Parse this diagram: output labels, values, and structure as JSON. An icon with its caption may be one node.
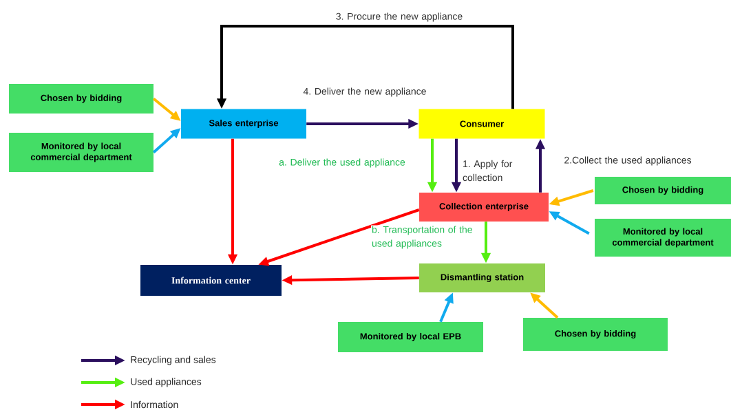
{
  "diagram": {
    "nodes": [
      {
        "text": [
          "Chosen by bidding"
        ]
      },
      {
        "text": [
          "Monitored by local commercial department"
        ]
      },
      {
        "text": [
          "Sales enterprise"
        ]
      },
      {
        "text": [
          "Consumer"
        ]
      },
      {
        "text": [
          "Collection enterprise"
        ]
      },
      {
        "text": [
          "Chosen by bidding"
        ]
      },
      {
        "text": [
          "Monitored by local commercial department"
        ]
      },
      {
        "text": [
          "Information center"
        ]
      },
      {
        "text": [
          "Dismantling station"
        ]
      },
      {
        "text": [
          "Monitored by local EPB"
        ]
      },
      {
        "text": [
          "Chosen by bidding"
        ]
      }
    ],
    "edges": [
      {
        "from": 3,
        "to": 2,
        "arrow": "to",
        "label": "3. Procure the new appliance",
        "color": "#000000"
      },
      {
        "from": 2,
        "to": 3,
        "arrow": "to",
        "label": "4. Deliver the new appliance",
        "color": "#2b0f5e"
      },
      {
        "from": 3,
        "to": 4,
        "arrow": "to",
        "label": "a. Deliver the used appliance",
        "color": "#55ee11"
      },
      {
        "from": 3,
        "to": 4,
        "arrow": "to",
        "label": "1. Apply for collection",
        "color": "#2b0f5e"
      },
      {
        "from": 4,
        "to": 3,
        "arrow": "to",
        "label": "2.Collect the used appliances",
        "color": "#2b0f5e"
      },
      {
        "from": 4,
        "to": 8,
        "arrow": "to",
        "label": "b. Transportation of the used appliances",
        "color": "#55ee11"
      },
      {
        "from": 2,
        "to": 7,
        "arrow": "to",
        "color": "#ff0000"
      },
      {
        "from": 4,
        "to": 7,
        "arrow": "to",
        "color": "#ff0000"
      },
      {
        "from": 8,
        "to": 7,
        "arrow": "to",
        "color": "#ff0000"
      },
      {
        "from": 0,
        "to": 2,
        "arrow": "to",
        "color": "#ffbb00"
      },
      {
        "from": 1,
        "to": 2,
        "arrow": "to",
        "color": "#11aaee"
      },
      {
        "from": 5,
        "to": 4,
        "arrow": "to",
        "color": "#ffbb00"
      },
      {
        "from": 6,
        "to": 4,
        "arrow": "to",
        "color": "#11aaee"
      },
      {
        "from": 9,
        "to": 8,
        "arrow": "to",
        "color": "#11aaee"
      },
      {
        "from": 10,
        "to": 8,
        "arrow": "to",
        "color": "#ffbb00"
      }
    ],
    "legend": [
      {
        "text": "Recycling and sales",
        "color": "#2b0f5e"
      },
      {
        "text": "Used appliances",
        "color": "#55ee11"
      },
      {
        "text": "Information",
        "color": "#ff0000"
      }
    ]
  }
}
